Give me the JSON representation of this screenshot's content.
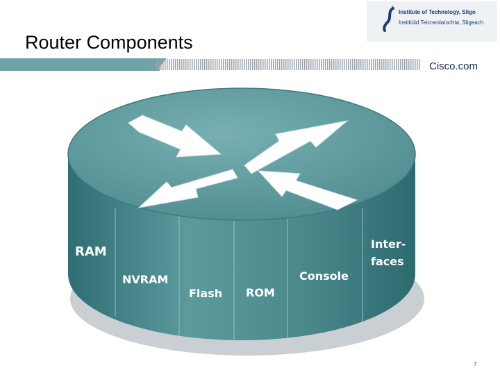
{
  "slide": {
    "title": "Router Components",
    "page_number": "7"
  },
  "logo": {
    "line1": "Institute of Technology, Sligo",
    "line2": "Institiúid Teicneolaíochta, Sligeach"
  },
  "brand": {
    "cisco": "Cisco.com"
  },
  "router": {
    "components": [
      "RAM",
      "NVRAM",
      "Flash",
      "ROM",
      "Console"
    ],
    "interfaces_line1": "Inter-",
    "interfaces_line2": "faces"
  },
  "colors": {
    "router_top": "#5f9c9f",
    "router_side": "#3f7f84",
    "arrow": "#ffffff",
    "band_teal": "#6ea4a8"
  }
}
